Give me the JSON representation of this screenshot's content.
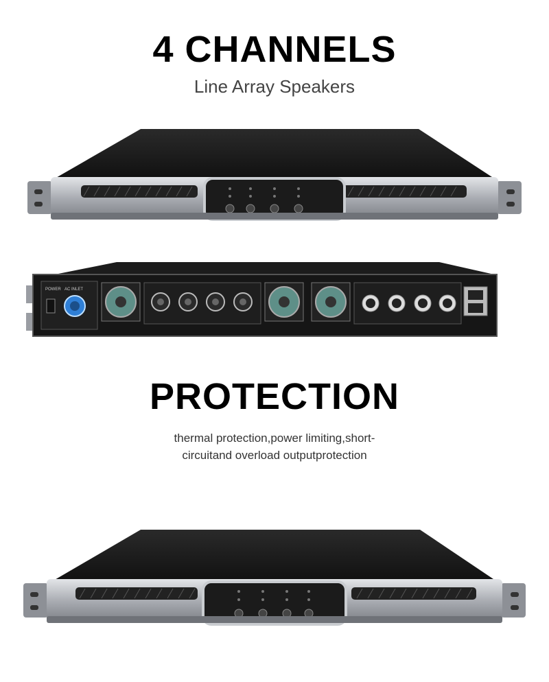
{
  "section1": {
    "title": "4 CHANNELS",
    "subtitle": "Line Array Speakers"
  },
  "section2": {
    "title": "PROTECTION",
    "subtitle_lines": [
      "thermal protection,power limiting,short-",
      "circuitand overload outputprotection"
    ]
  },
  "rear_panel": {
    "power_label": "POWER",
    "ac_inlet_label": "AC INLET"
  },
  "colors": {
    "chassis_black": "#1a1a1a",
    "silver": "#b9bcc2",
    "powercon_blue": "#2f7fd6"
  }
}
